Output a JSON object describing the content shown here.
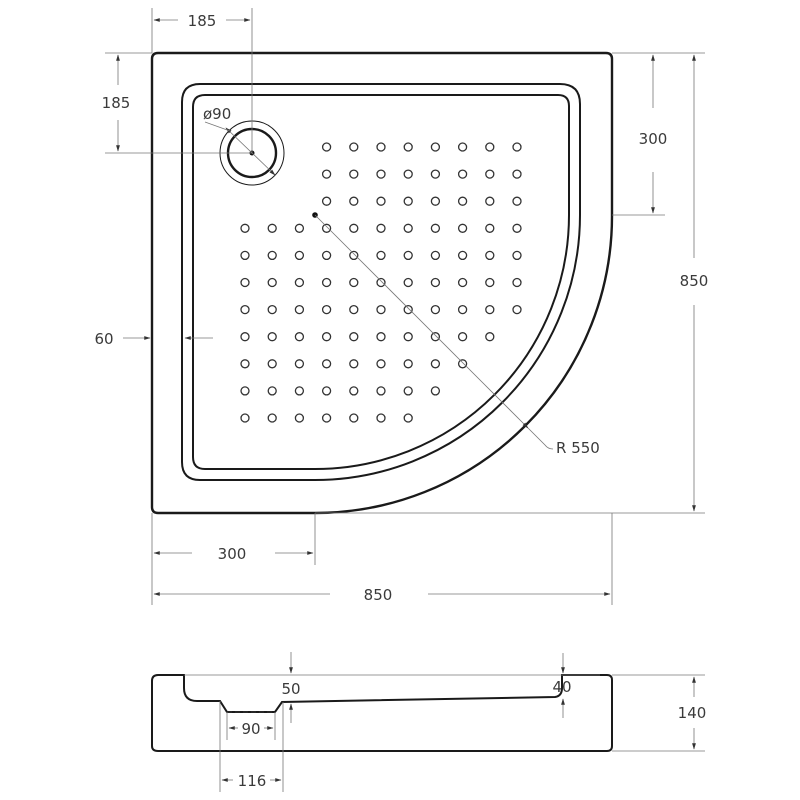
{
  "drawing": {
    "subject": "Quarter-circle shower tray technical drawing",
    "plan_view": {
      "width_label": "850",
      "height_label": "850",
      "drain_offset_x_label": "185",
      "drain_offset_y_label": "185",
      "drain_diameter_label": "ø90",
      "straight_side_top_label": "300",
      "straight_side_bottom_label": "300",
      "rim_width_label": "60",
      "radius_label": "R 550"
    },
    "side_view": {
      "height_label": "140",
      "depth_at_drain_label": "50",
      "depth_at_end_label": "40",
      "drain_inner_label": "90",
      "drain_outer_label": "116"
    },
    "anti_slip_dots": {
      "rows": [
        {
          "start": 3,
          "count": 8
        },
        {
          "start": 3,
          "count": 8
        },
        {
          "start": 3,
          "count": 8
        },
        {
          "start": 0,
          "count": 11
        },
        {
          "start": 0,
          "count": 11
        },
        {
          "start": 0,
          "count": 11
        },
        {
          "start": 0,
          "count": 11
        },
        {
          "start": 0,
          "count": 10
        },
        {
          "start": 0,
          "count": 9
        },
        {
          "start": 0,
          "count": 8
        },
        {
          "start": 0,
          "count": 7
        }
      ]
    }
  }
}
